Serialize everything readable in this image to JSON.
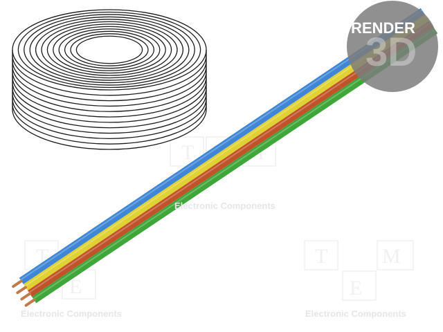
{
  "badge": {
    "line1": "RENDER",
    "line2": "3D"
  },
  "watermarks": [
    {
      "caption": "Electronic Components"
    },
    {
      "caption": "Electronic Components"
    },
    {
      "caption": "Electronic Components"
    }
  ],
  "cable": {
    "wires": [
      {
        "color": "#3f87d6",
        "name": "blue"
      },
      {
        "color": "#e0d233",
        "name": "yellow"
      },
      {
        "color": "#c0532a",
        "name": "brown"
      },
      {
        "color": "#3fa63a",
        "name": "green"
      }
    ],
    "conductor_color": "#c07a4a"
  },
  "coil": {
    "turns": 11
  }
}
